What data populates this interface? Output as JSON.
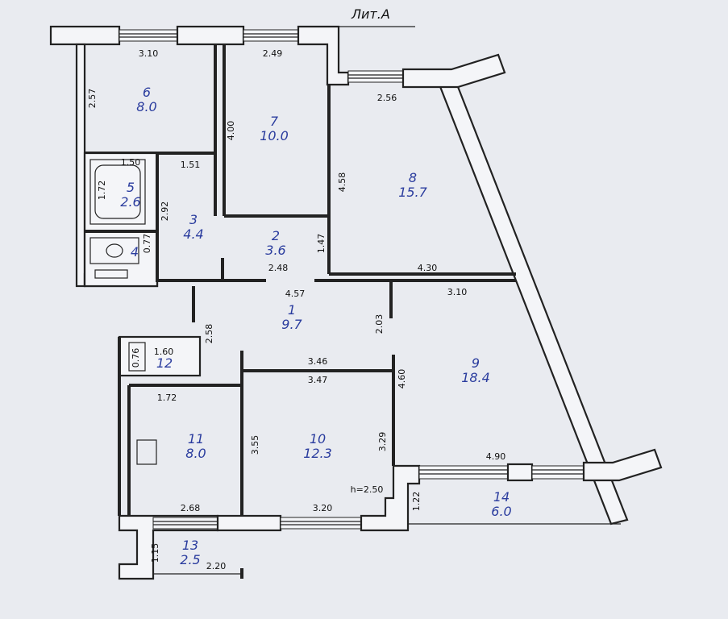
{
  "title": "Лит.А",
  "ceiling_height": "h=2.50",
  "rooms": [
    {
      "num": "6",
      "area": "8.0"
    },
    {
      "num": "7",
      "area": "10.0"
    },
    {
      "num": "8",
      "area": "15.7"
    },
    {
      "num": "5",
      "area": "2.6"
    },
    {
      "num": "3",
      "area": "4.4"
    },
    {
      "num": "4",
      "area": ""
    },
    {
      "num": "2",
      "area": "3.6"
    },
    {
      "num": "1",
      "area": "9.7"
    },
    {
      "num": "9",
      "area": "18.4"
    },
    {
      "num": "12",
      "area": ""
    },
    {
      "num": "11",
      "area": "8.0"
    },
    {
      "num": "10",
      "area": "12.3"
    },
    {
      "num": "13",
      "area": "2.5"
    },
    {
      "num": "14",
      "area": "6.0"
    }
  ],
  "dimensions": [
    "3.10",
    "2.49",
    "2.56",
    "2.57",
    "4.00",
    "4.58",
    "1.50",
    "1.51",
    "1.72",
    "2.92",
    "0.77",
    "2.48",
    "1.47",
    "4.30",
    "4.57",
    "3.10",
    "2.03",
    "2.58",
    "1.60",
    "0.76",
    "3.46",
    "3.47",
    "4.60",
    "1.72",
    "3.55",
    "3.29",
    "4.90",
    "2.68",
    "3.20",
    "1.22",
    "1.15",
    "2.20"
  ]
}
